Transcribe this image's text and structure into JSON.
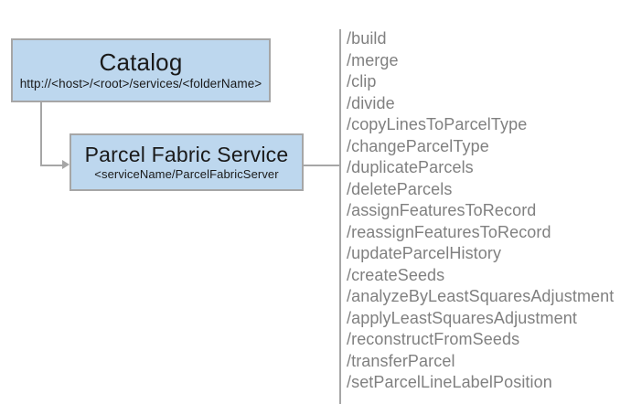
{
  "diagram": {
    "background_color": "#ffffff",
    "node_fill_color": "#bdd7ee",
    "node_border_color": "#a6a6a6",
    "connector_color": "#a6a6a6",
    "operations_text_color": "#808080",
    "nodes": [
      {
        "id": "catalog",
        "title": "Catalog",
        "subtitle": "http://<host>/<root>/services/<folderName>"
      },
      {
        "id": "parcel-fabric-service",
        "title": "Parcel Fabric Service",
        "subtitle": "<serviceName/ParcelFabricServer"
      }
    ],
    "operations": [
      "/build",
      "/merge",
      "/clip",
      "/divide",
      "/copyLinesToParcelType",
      "/changeParcelType",
      "/duplicateParcels",
      "/deleteParcels",
      "/assignFeaturesToRecord",
      "/reassignFeaturesToRecord",
      "/updateParcelHistory",
      "/createSeeds",
      "/analyzeByLeastSquaresAdjustment",
      "/applyLeastSquaresAdjustment",
      "/reconstructFromSeeds",
      "/transferParcel",
      "/setParcelLineLabelPosition"
    ]
  }
}
